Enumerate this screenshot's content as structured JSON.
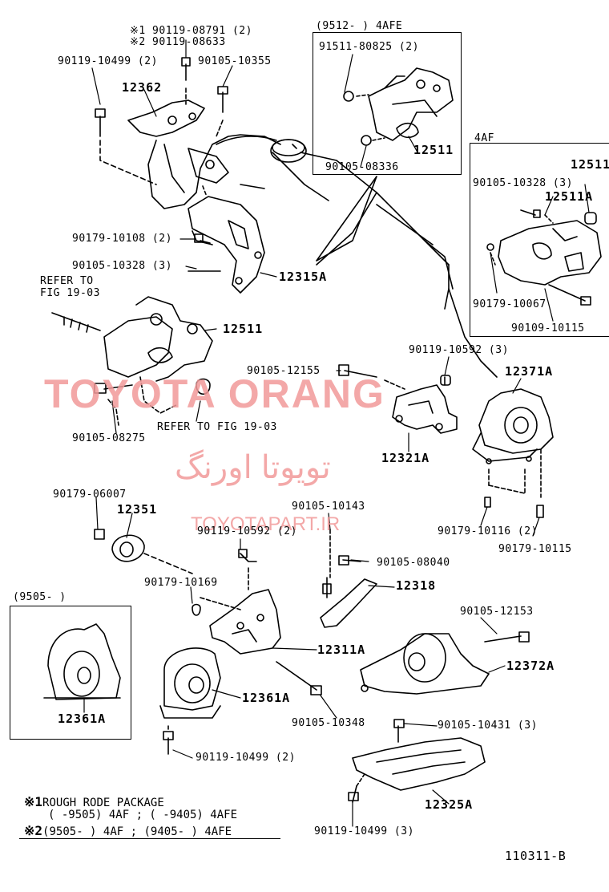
{
  "watermark": {
    "brand": "TOYOTA ORANG",
    "persian": "تویوتا اورنگ",
    "site": "TOYOTAPART.IR"
  },
  "labels": {
    "p1": "※1 90119-08791 (2)",
    "p2": "※2 90119-08633",
    "p3": "90119-10499 (2)",
    "p4": "90105-10355",
    "p5": "12362",
    "p6": "90179-10108 (2)",
    "p7": "90105-10328 (3)",
    "p8": "12315A",
    "p9": "REFER TO",
    "p10": "FIG 19-03",
    "p11": "12511",
    "p12": "90105-12155",
    "p13": "90105-08275",
    "p14": "REFER TO FIG 19-03",
    "p15": "(9512-        ) 4AFE",
    "p16": "91511-80825 (2)",
    "p17": "12511",
    "p18": "90105-08336",
    "p19": "4AF",
    "p20": "12511",
    "p21": "90105-10328 (3)",
    "p22": "12511A",
    "p23": "90179-10067",
    "p24": "90109-10115",
    "p25": "90119-10592 (3)",
    "p26": "12371A",
    "p27": "12321A",
    "p28": "90179-06007",
    "p29": "12351",
    "p30": "90105-10143",
    "p31": "90119-10592 (2)",
    "p32": "90179-10116 (2)",
    "p33": "90179-10115",
    "p34": "90105-08040",
    "p35": "90179-10169",
    "p36": "12318",
    "p37": "(9505-        )",
    "p38": "12311A",
    "p39": "90105-12153",
    "p40": "12372A",
    "p41": "12361A",
    "p42": "12361A",
    "p43": "90105-10348",
    "p44": "90105-10431 (3)",
    "p45": "90119-10499 (2)",
    "p46": "12325A",
    "p47": "90119-10499 (3)",
    "diagram_id": "110311-B"
  },
  "notes": {
    "n1_mark": "※1",
    "n1_text": "ROUGH RODE PACKAGE",
    "n1_line2": "(        -9505) 4AF ; (      -9405) 4AFE",
    "n2_mark": "※2",
    "n2_text": "(9505-        ) 4AF ; (9405-        ) 4AFE"
  }
}
